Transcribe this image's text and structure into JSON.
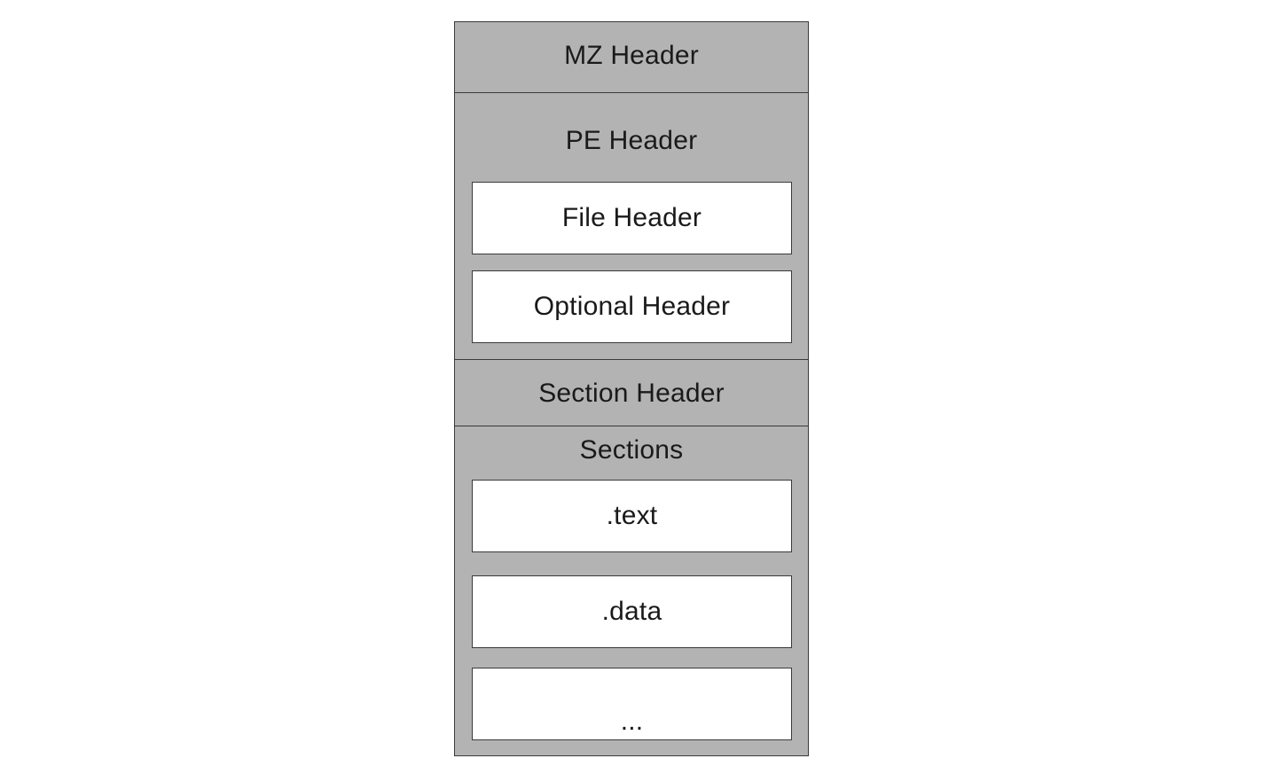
{
  "diagram": {
    "mz_header": "MZ Header",
    "pe_header": {
      "title": "PE Header",
      "children": [
        "File Header",
        "Optional Header"
      ]
    },
    "section_header": "Section Header",
    "sections": {
      "title": "Sections",
      "children": [
        ".text",
        ".data",
        "..."
      ]
    },
    "colors": {
      "outer_fill": "#b3b3b3",
      "inner_fill": "#ffffff",
      "stroke": "#3a3a3a",
      "text": "#1a1a1a"
    }
  }
}
